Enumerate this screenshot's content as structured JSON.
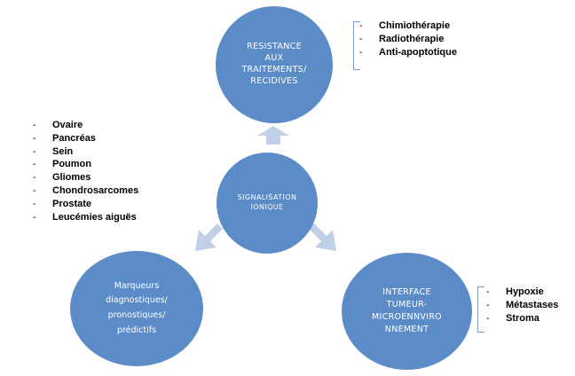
{
  "diagram": {
    "center": "SIGNALISATION\nIONIQUE",
    "top": "RESISTANCE\nAUX\nTRAITEMENTS/\nRECIDIVES",
    "left": "Marqueurs\ndiagnostiques/\npronostiques/\nprédictifs",
    "right": "INTERFACE\nTUMEUR-\nMICROENNVIRO\nNNEMENT"
  },
  "lists": {
    "top": [
      "Chimiothérapie",
      "Radiothérapie",
      "Anti-apoptotique"
    ],
    "left": [
      "Ovaire",
      "Pancréas",
      "Sein",
      "Poumon",
      "Gliomes",
      "Chondrosarcomes",
      "Prostate",
      "Leucémies aiguës"
    ],
    "right": [
      "Hypoxie",
      "Métastases",
      "Stroma"
    ]
  },
  "colors": {
    "circle": "#5b8cc8",
    "arrow": "#c0d0e6",
    "bracket": "#7a9cc6"
  }
}
